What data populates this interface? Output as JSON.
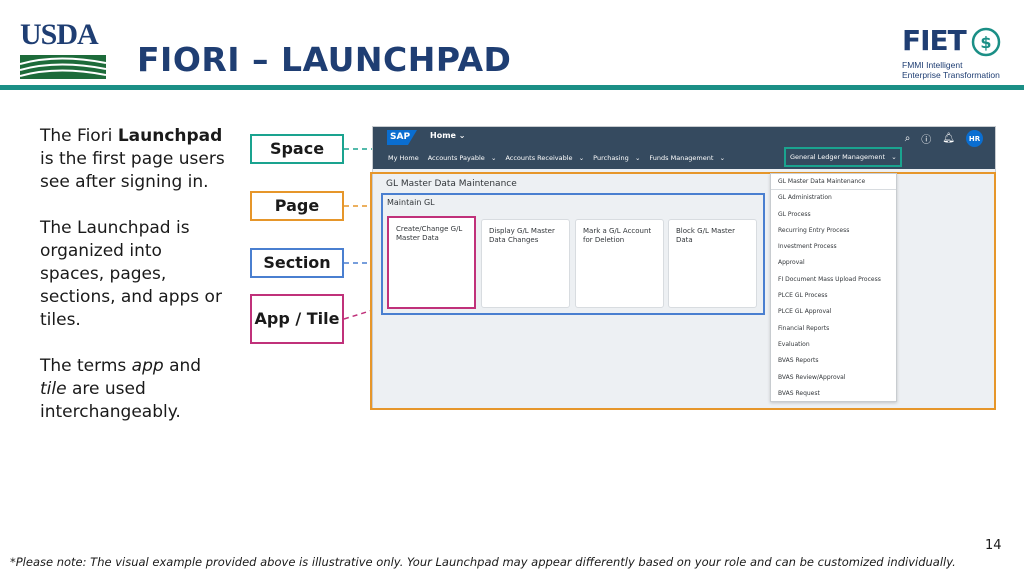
{
  "header": {
    "usda_logo_text": "USDA",
    "title": "FIORI – LAUNCHPAD",
    "fiet_logo_text": "FIET",
    "fiet_subtitle_line1": "FMMI Intelligent",
    "fiet_subtitle_line2": "Enterprise Transformation",
    "accent_color": "#1b8f86",
    "title_color": "#1f3e73"
  },
  "intro": {
    "p1_a": "The Fiori ",
    "p1_bold": "Launchpad",
    "p1_b": " is the first page users see after signing in.",
    "p2": "The Launchpad is organized into spaces, pages, sections, and apps or tiles.",
    "p3_a": "The terms ",
    "p3_i1": "app",
    "p3_b": " and ",
    "p3_i2": "tile",
    "p3_c": " are used interchangeably."
  },
  "legend": {
    "space": "Space",
    "page": "Page",
    "section": "Section",
    "app_tile": "App / Tile",
    "colors": {
      "space": "#1aa38f",
      "page": "#e6962a",
      "section": "#4a7fd0",
      "app": "#c0317a"
    }
  },
  "sap": {
    "logo": "SAP",
    "home_label": "Home",
    "avatar_initials": "HR",
    "icons": [
      "search-icon",
      "help-icon",
      "bell-icon"
    ],
    "nav_items": [
      "My Home",
      "Accounts Payable",
      "Accounts Receivable",
      "Purchasing",
      "Funds Management"
    ],
    "nav_selected": "General Ledger Management",
    "page_title": "GL Master Data Maintenance",
    "section_title": "Maintain GL",
    "tiles": [
      "Create/Change G/L Master Data",
      "Display G/L Master Data Changes",
      "Mark a G/L Account for Deletion",
      "Block G/L Master Data"
    ],
    "menu_items": [
      "GL Master Data Maintenance",
      "GL Administration",
      "GL Process",
      "Recurring Entry Process",
      "Investment Process",
      "Approval",
      "FI Document Mass Upload Process",
      "PLCE GL Process",
      "PLCE GL Approval",
      "Financial Reports",
      "Evaluation",
      "BVAS Reports",
      "BVAS Review/Approval",
      "BVAS Request"
    ]
  },
  "footer": {
    "page_number": "14",
    "note": "*Please note: The visual example provided above is illustrative only. Your Launchpad may appear differently based on your role and can be customized individually."
  }
}
